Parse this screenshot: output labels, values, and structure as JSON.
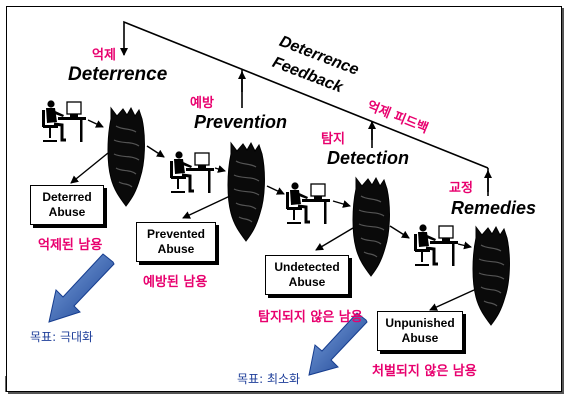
{
  "stages": [
    {
      "title": "Deterrence",
      "korean": "억제",
      "box": [
        "Deterred",
        "Abuse"
      ],
      "box_korean": "억제된 남용"
    },
    {
      "title": "Prevention",
      "korean": "예방",
      "box": [
        "Prevented",
        "Abuse"
      ],
      "box_korean": "예방된 남용"
    },
    {
      "title": "Detection",
      "korean": "탐지",
      "box": [
        "Undetected",
        "Abuse"
      ],
      "box_korean": "탐지되지 않은 남용"
    },
    {
      "title": "Remedies",
      "korean": "교정",
      "box": [
        "Unpunished",
        "Abuse"
      ],
      "box_korean": "처벌되지 않은 남용"
    }
  ],
  "feedback": {
    "line1": "Deterrence",
    "line2": "Feedback",
    "korean": "억제 피드백"
  },
  "goals": {
    "maximize": "목표: 극대화",
    "minimize": "목표: 최소화"
  },
  "colors": {
    "korean_text": "#e8006e",
    "goal_text": "#1f3f9a",
    "goal_arrow": "#1f4fa8"
  }
}
